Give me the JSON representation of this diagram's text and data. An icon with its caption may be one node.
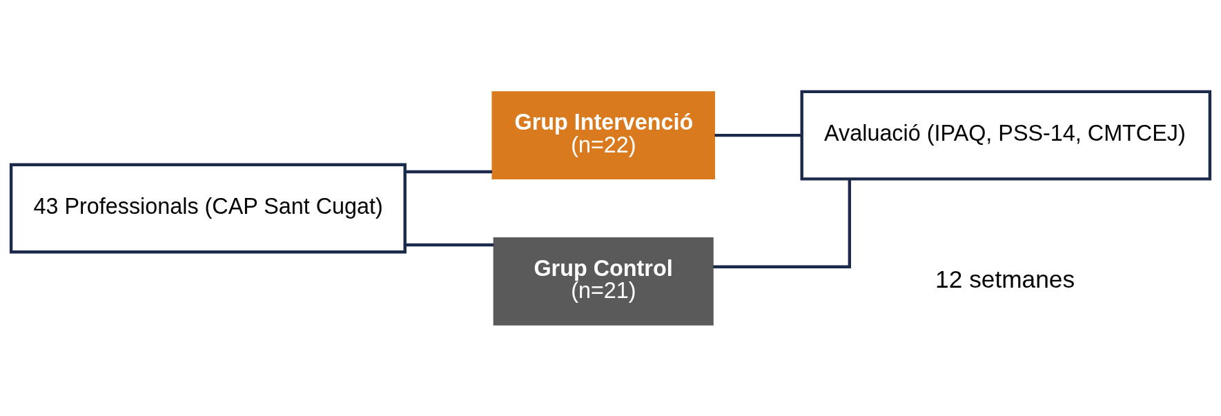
{
  "diagram": {
    "nodes": [
      {
        "text": [
          "43 Professionals (CAP Sant Cugat)"
        ]
      },
      {
        "text": [
          "Grup Intervenció",
          "(n=22)"
        ]
      },
      {
        "text": [
          "Grup Control",
          "(n=21)"
        ]
      },
      {
        "text": [
          "Avaluació (IPAQ, PSS-14, CMTCEJ)"
        ]
      }
    ],
    "edges": [
      {
        "from": 0,
        "to": 1,
        "arrow": "none"
      },
      {
        "from": 0,
        "to": 2,
        "arrow": "none"
      },
      {
        "from": 1,
        "to": 3,
        "arrow": "none"
      },
      {
        "from": 2,
        "to": 3,
        "arrow": "none"
      }
    ],
    "labels": [
      "12 setmanes"
    ]
  }
}
